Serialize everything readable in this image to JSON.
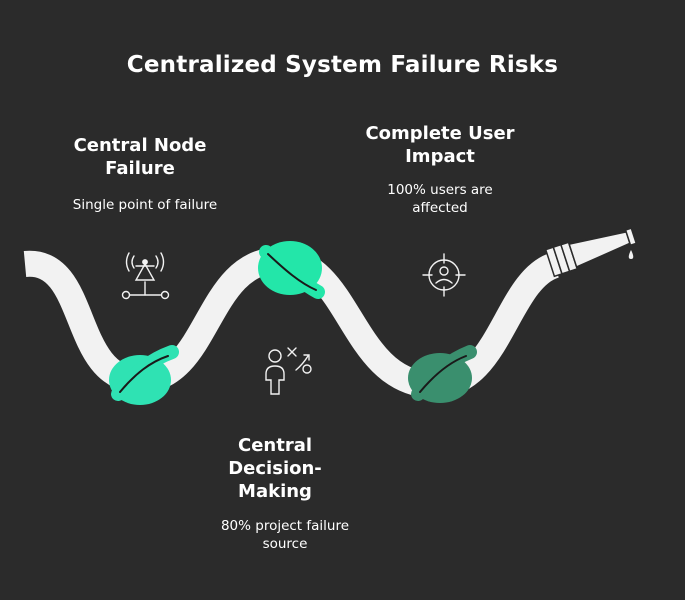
{
  "title": "Centralized System Failure Risks",
  "nodes": [
    {
      "heading": "Central Node Failure",
      "description": "Single point of failure",
      "icon": "antenna-tower-icon",
      "knot_color": "#2fe2b3"
    },
    {
      "heading": "Central Decision-Making",
      "description": "80% project failure source",
      "icon": "strategy-person-icon",
      "knot_color": "#23e6a9"
    },
    {
      "heading": "Complete User Impact",
      "description": "100% users are affected",
      "icon": "target-user-icon",
      "knot_color": "#3a8f6e"
    }
  ],
  "hose_nozzle_icon": "hose-nozzle-icon",
  "colors": {
    "background": "#2b2b2b",
    "hose": "#f2f2f2",
    "text": "#ffffff"
  }
}
